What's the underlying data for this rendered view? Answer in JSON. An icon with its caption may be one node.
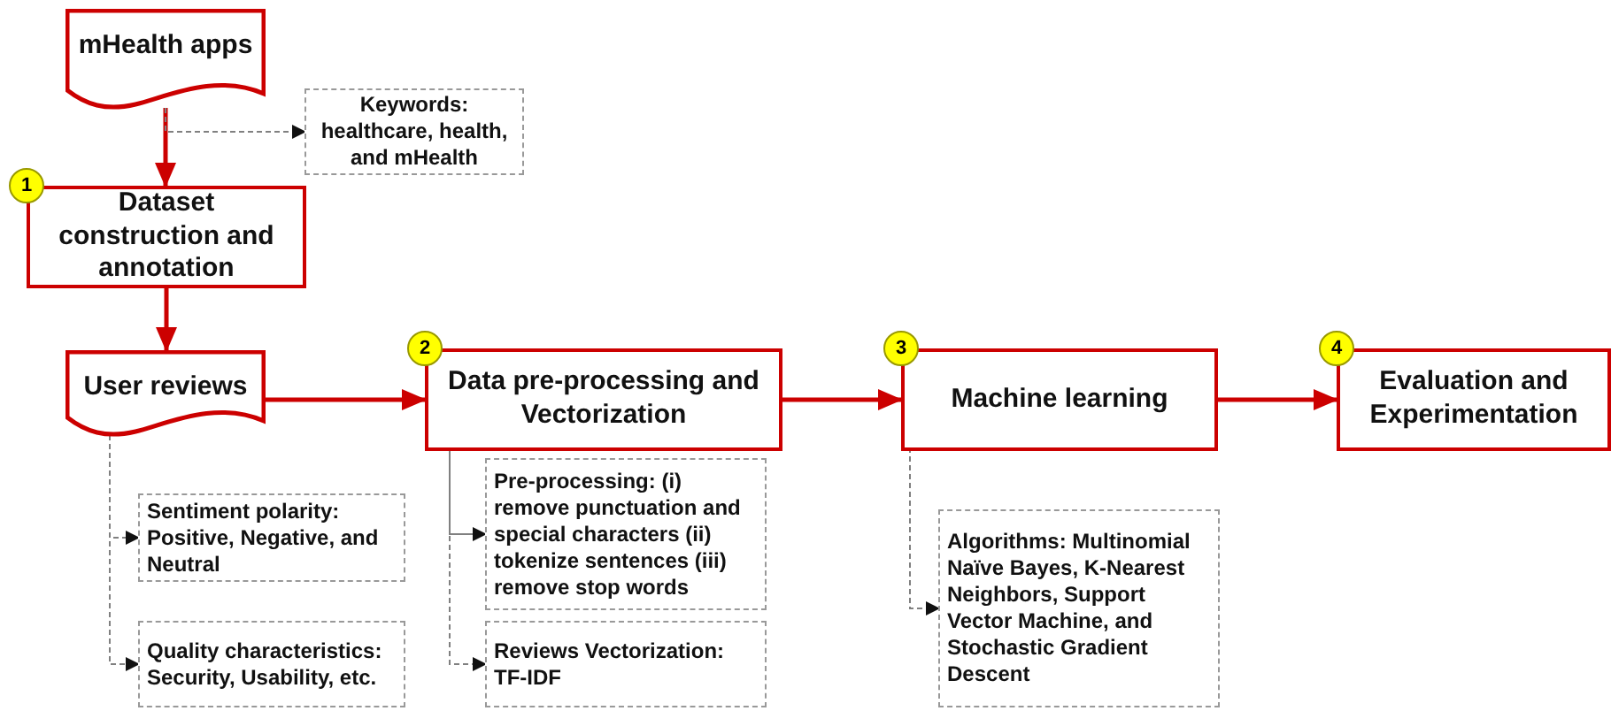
{
  "diagram": {
    "nodes": [
      {
        "text": [
          "mHealth apps"
        ]
      },
      {
        "text": [
          "Keywords: healthcare, health, and mHealth"
        ]
      },
      {
        "text": [
          "Dataset construction and annotation"
        ],
        "beside": [
          "1"
        ]
      },
      {
        "text": [
          "User reviews"
        ]
      },
      {
        "text": [
          "Data pre-processing and Vectorization"
        ],
        "beside": [
          "2"
        ]
      },
      {
        "text": [
          "Machine learning"
        ],
        "beside": [
          "3"
        ]
      },
      {
        "text": [
          "Evaluation and Experimentation"
        ],
        "beside": [
          "4"
        ]
      },
      {
        "text": [
          "Sentiment polarity: Positive, Negative, and Neutral"
        ]
      },
      {
        "text": [
          "Quality characteristics: Security, Usability, etc."
        ]
      },
      {
        "text": [
          "Pre-processing: (i) remove punctuation and special characters (ii) tokenize sentences (iii) remove stop words"
        ]
      },
      {
        "text": [
          "Reviews Vectorization: TF-IDF"
        ]
      },
      {
        "text": [
          "Algorithms: Multinomial Naïve Bayes, K-Nearest Neighbors, Support Vector Machine, and Stochastic Gradient Descent"
        ]
      }
    ],
    "edges": [
      {
        "from": 0,
        "to": 2,
        "arrow": "to",
        "style": "thick",
        "color": "#cc0000"
      },
      {
        "from": 0,
        "to": 1,
        "arrow": "to",
        "style": "dashed",
        "color": "#808080"
      },
      {
        "from": 2,
        "to": 3,
        "arrow": "to",
        "style": "thick",
        "color": "#cc0000"
      },
      {
        "from": 3,
        "to": 4,
        "arrow": "to",
        "style": "thick",
        "color": "#cc0000"
      },
      {
        "from": 4,
        "to": 5,
        "arrow": "to",
        "style": "thick",
        "color": "#cc0000"
      },
      {
        "from": 5,
        "to": 6,
        "arrow": "to",
        "style": "thick",
        "color": "#cc0000"
      },
      {
        "from": 3,
        "to": 7,
        "arrow": "to",
        "style": "dashed",
        "color": "#808080"
      },
      {
        "from": 3,
        "to": 8,
        "arrow": "to",
        "style": "dashed",
        "color": "#808080"
      },
      {
        "from": 4,
        "to": 9,
        "arrow": "to",
        "color": "#808080"
      },
      {
        "from": 4,
        "to": 10,
        "arrow": "to",
        "style": "dashed",
        "color": "#808080"
      },
      {
        "from": 5,
        "to": 11,
        "arrow": "to",
        "style": "dashed",
        "color": "#808080"
      }
    ]
  }
}
